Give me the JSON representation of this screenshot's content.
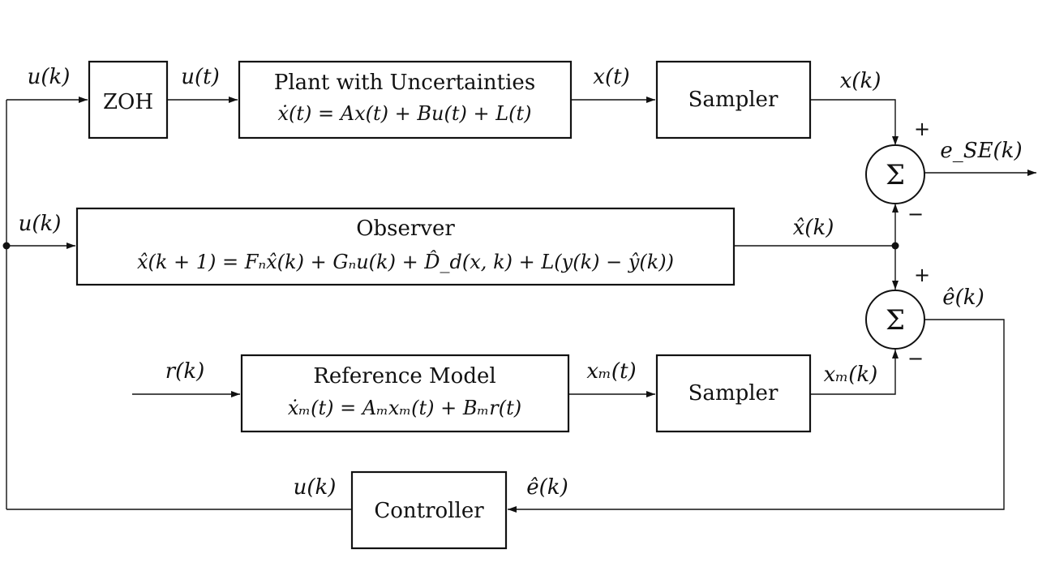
{
  "blocks": {
    "zoh": {
      "label": "ZOH"
    },
    "plant": {
      "title": "Plant with Uncertainties",
      "equation": "ẋ(t) = Ax(t) + Bu(t) + L(t)"
    },
    "sampler_top": {
      "label": "Sampler"
    },
    "observer": {
      "title": "Observer",
      "equation": "x̂(k + 1) = Fₙx̂(k) + Gₙu(k) + D̂_d(x, k) + L(y(k) − ŷ(k))"
    },
    "reference_model": {
      "title": "Reference Model",
      "equation": "ẋₘ(t) = Aₘxₘ(t) + Bₘr(t)"
    },
    "sampler_bottom": {
      "label": "Sampler"
    },
    "controller": {
      "label": "Controller"
    }
  },
  "summing_junctions": {
    "top": {
      "symbol": "Σ",
      "plus": "+",
      "minus": "−"
    },
    "bottom": {
      "symbol": "Σ",
      "plus": "+",
      "minus": "−"
    }
  },
  "signals": {
    "u_k_input": "u(k)",
    "u_t": "u(t)",
    "x_t": "x(t)",
    "x_k": "x(k)",
    "e_se_k": "e_SE(k)",
    "u_k_observer": "u(k)",
    "xhat_k": "x̂(k)",
    "ehat_k_right": "ê(k)",
    "r_k": "r(k)",
    "xm_t": "xₘ(t)",
    "xm_k": "xₘ(k)",
    "u_k_controller": "u(k)",
    "ehat_k_controller": "ê(k)"
  }
}
